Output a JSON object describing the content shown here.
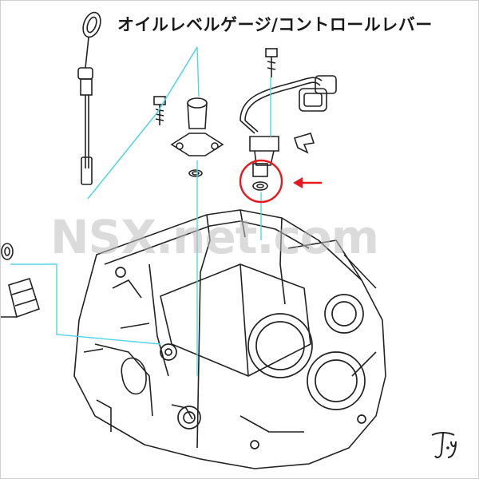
{
  "title": "オイルレベルゲージ/コントロールレバー",
  "watermark": "NSX.net.com",
  "signature_mark": "T.y",
  "colors": {
    "leader_line": "#55d6e6",
    "highlight": "#e8181e",
    "line_art": "#222222",
    "background": "#ffffff"
  },
  "callout": {
    "target": "o-ring",
    "marker": "red-circle",
    "pointer": "red-arrow-left"
  }
}
